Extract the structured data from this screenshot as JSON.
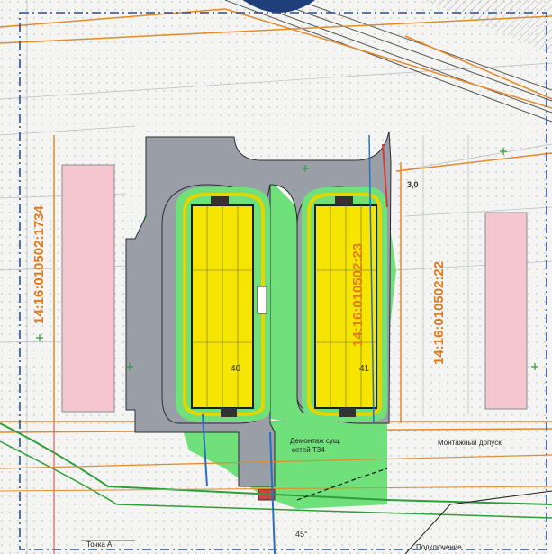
{
  "parcels": {
    "left": "14:16:010502:1734",
    "center": "14:16:010502:23",
    "right": "14:16:010502:22"
  },
  "buildings": {
    "left_number": "40",
    "right_number": "41"
  },
  "dimensions": {
    "setback": "3,0",
    "angle": "45°"
  },
  "annotations": {
    "demolition_line1": "Демонтаж сущ.",
    "demolition_line2": "сетей Т34",
    "mounting": "Монтажный допуск",
    "point_a": "Точка А",
    "connection": "Подключение"
  },
  "colors": {
    "road": "#9a9ea6",
    "building": "#f5e500",
    "lawn": "#6fe07a",
    "neighbor": "#f6c6cf",
    "parcel_label": "#e07a1e",
    "boundary": "#2a4f8f",
    "heat_net": "#2e9e3a"
  }
}
